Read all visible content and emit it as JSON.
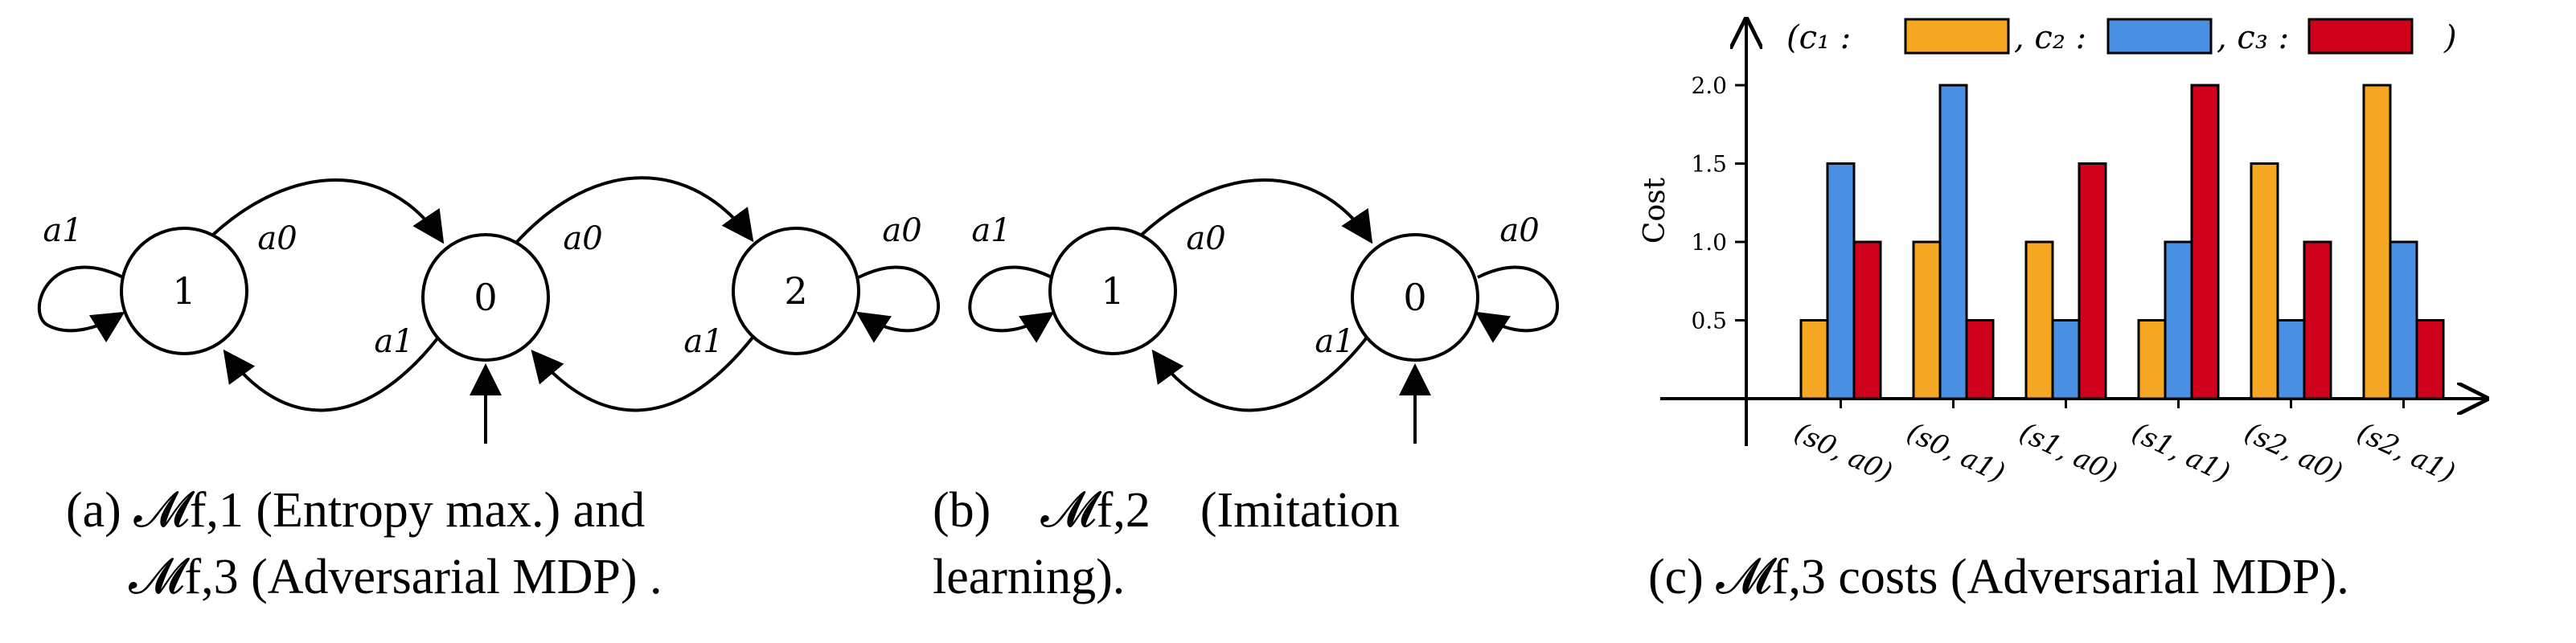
{
  "diagram_a": {
    "nodes": [
      "1",
      "0",
      "2"
    ],
    "edge_labels": {
      "n1_self": "a1",
      "n1_to_0": "a0",
      "n0_to_1": "a1",
      "n0_to_2": "a0",
      "n2_to_0": "a1",
      "n2_self": "a0"
    },
    "caption_line1": "(a) 𝓜f,1 (Entropy max.) and",
    "caption_line2": "𝓜f,3 (Adversarial MDP) ."
  },
  "diagram_b": {
    "nodes": [
      "1",
      "0"
    ],
    "edge_labels": {
      "n1_self": "a1",
      "n1_to_0": "a0",
      "n0_to_1": "a1",
      "n0_self": "a0"
    },
    "caption_line1": "(b)    𝓜f,2    (Imitation",
    "caption_line2": "learning)."
  },
  "chart_c": {
    "caption": "(c) 𝓜f,3 costs (Adversarial MDP).",
    "legend_prefix": "(c₁ :",
    "legend_sep2": ", c₂ :",
    "legend_sep3": ", c₃ :",
    "legend_suffix": ")"
  },
  "chart_data": {
    "type": "bar",
    "categories": [
      "(s0, a0)",
      "(s0, a1)",
      "(s1, a0)",
      "(s1, a1)",
      "(s2, a0)",
      "(s2, a1)"
    ],
    "series": [
      {
        "name": "c1",
        "color": "#F5A623",
        "values": [
          0.5,
          1.0,
          1.0,
          0.5,
          1.5,
          2.0
        ]
      },
      {
        "name": "c2",
        "color": "#4A90E2",
        "values": [
          1.5,
          2.0,
          0.5,
          1.0,
          0.5,
          1.0
        ]
      },
      {
        "name": "c3",
        "color": "#D0021B",
        "values": [
          1.0,
          0.5,
          1.5,
          2.0,
          1.0,
          0.5
        ]
      }
    ],
    "yticks": [
      "0.5",
      "1.0",
      "1.5",
      "2.0"
    ],
    "ylabel": "Cost",
    "ylim": [
      0,
      2.0
    ]
  }
}
